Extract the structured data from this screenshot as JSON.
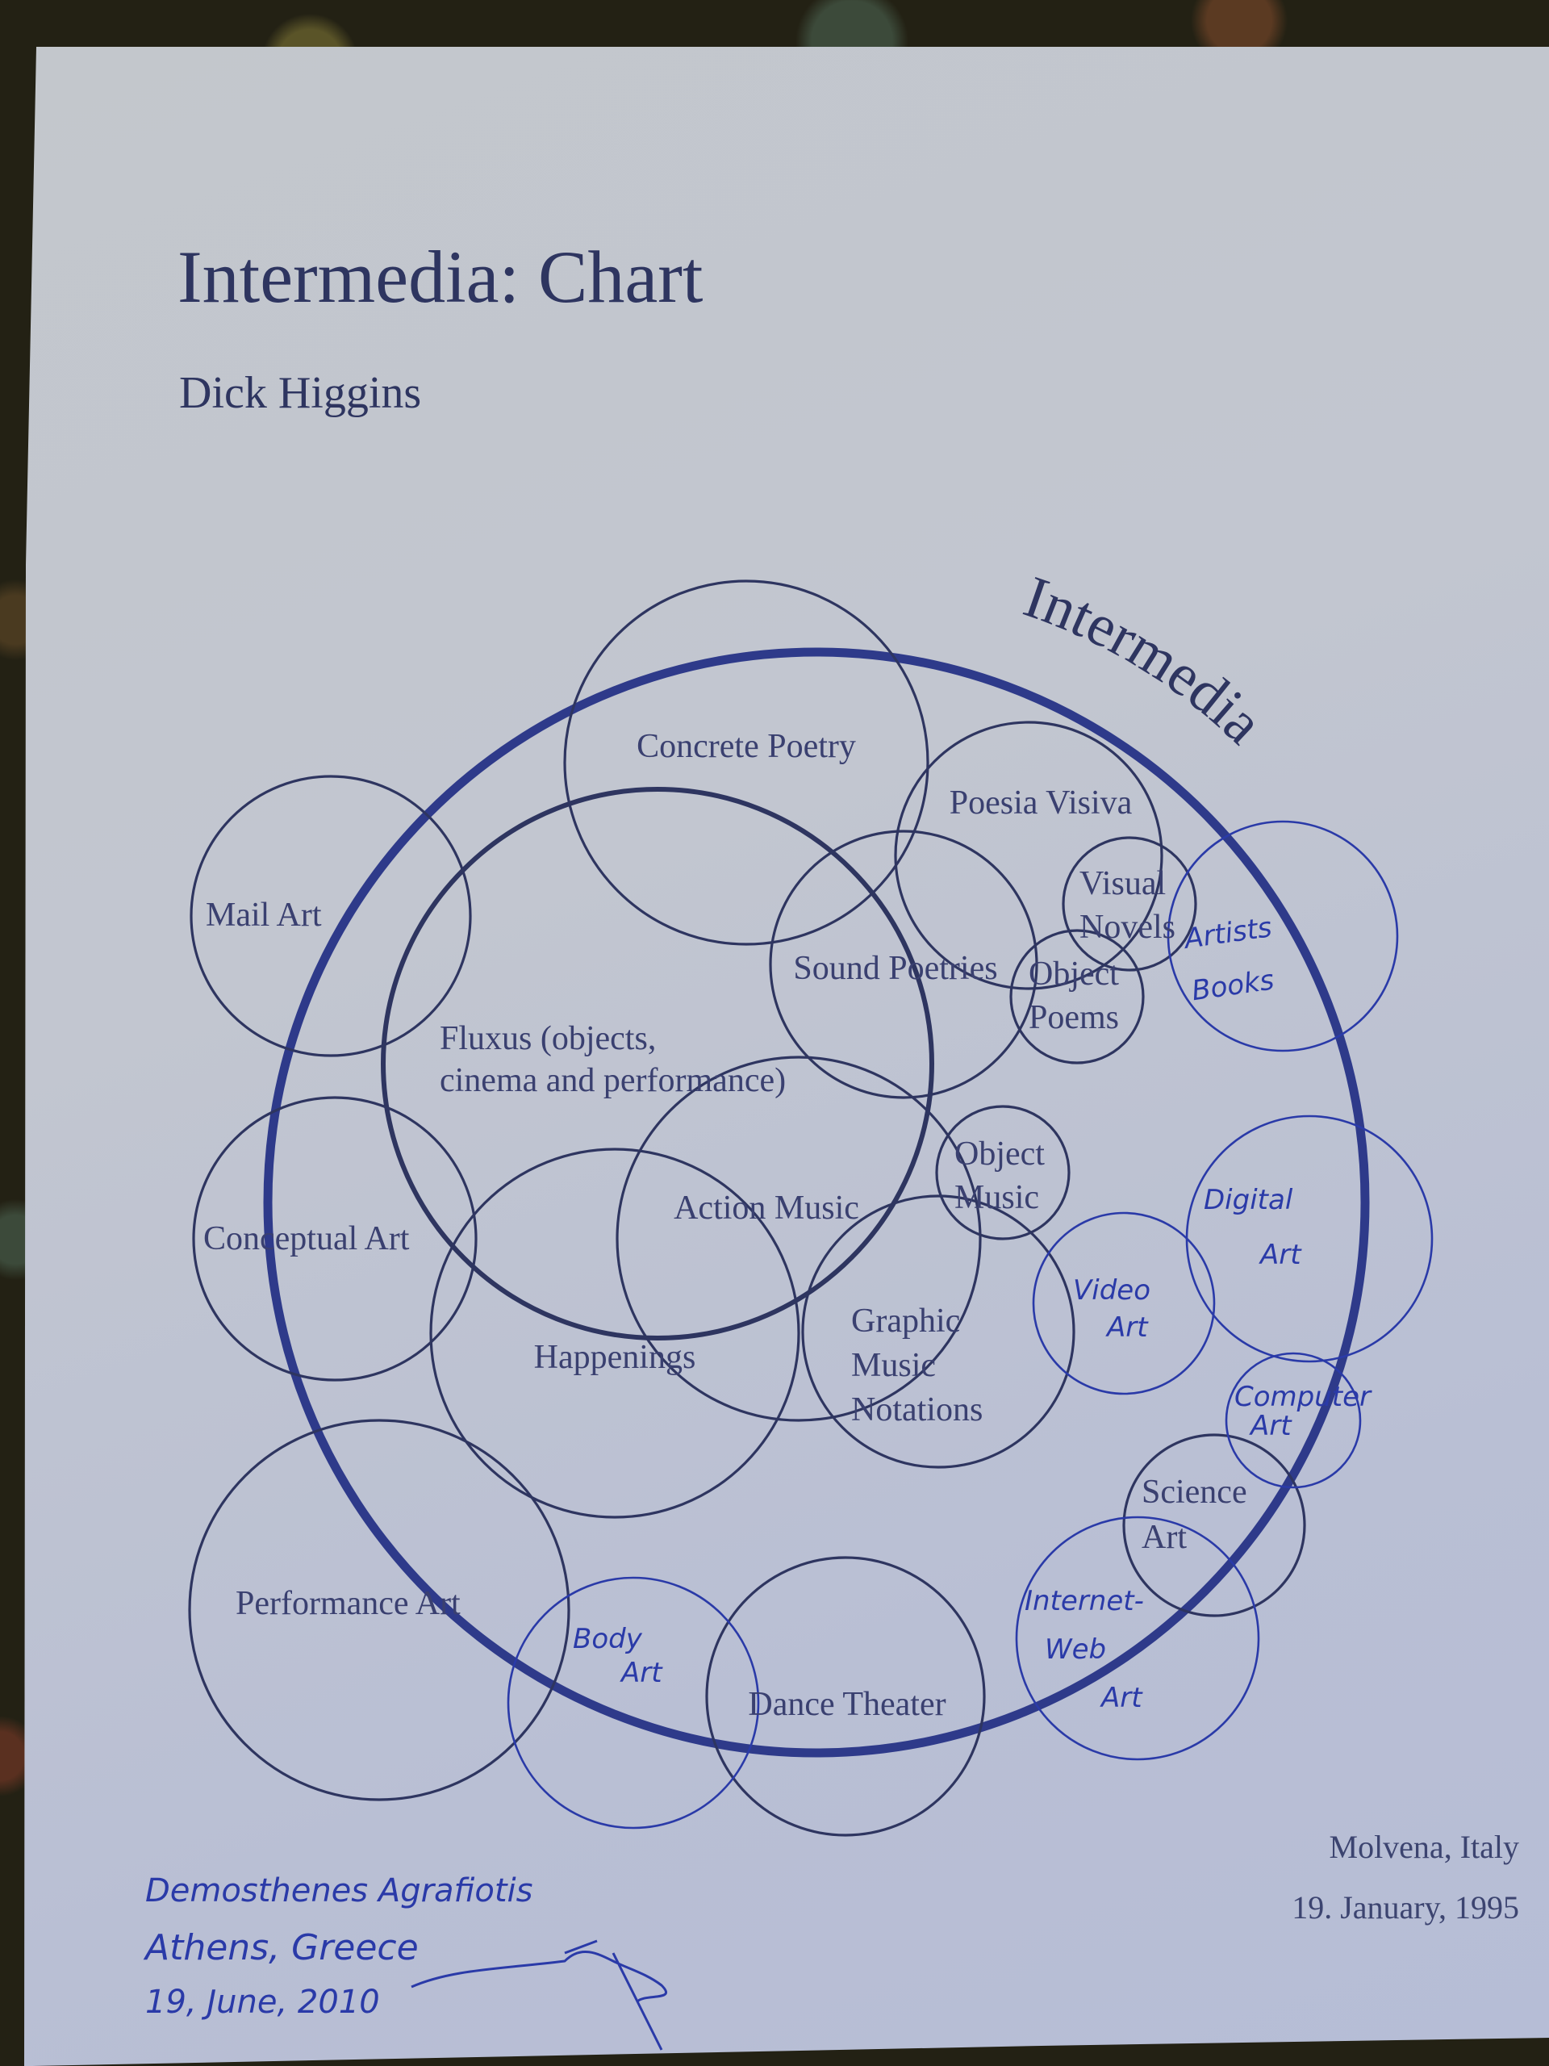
{
  "document": {
    "title": "Intermedia: Chart",
    "author": "Dick Higgins",
    "printed_place": "Molvena, Italy",
    "printed_date": "19. January, 1995",
    "big_circle_label": "Intermedia",
    "handwritten_signature": {
      "name": "Demosthenes Agrafiotis",
      "city": "Athens, Greece",
      "date": "19, June, 2010"
    }
  },
  "colors": {
    "printed_ink": "#2e3560",
    "handwritten_ink": "#2a3aa8",
    "paper": "#c2c6d0"
  },
  "circles": [
    {
      "id": "concrete-poetry",
      "lines": [
        "Concrete Poetry"
      ],
      "style": "printed"
    },
    {
      "id": "mail-art",
      "lines": [
        "Mail Art"
      ],
      "style": "printed"
    },
    {
      "id": "fluxus",
      "lines": [
        "Fluxus (objects,",
        "cinema and performance)"
      ],
      "style": "printed-thick"
    },
    {
      "id": "poesia-visiva",
      "lines": [
        "Poesia Visiva"
      ],
      "style": "printed"
    },
    {
      "id": "sound-poetries",
      "lines": [
        "Sound Poetries"
      ],
      "style": "printed"
    },
    {
      "id": "visual-novels",
      "lines": [
        "Visual",
        "Novels"
      ],
      "style": "printed"
    },
    {
      "id": "object-poems",
      "lines": [
        "Object",
        "Poems"
      ],
      "style": "printed"
    },
    {
      "id": "action-music",
      "lines": [
        "Action Music"
      ],
      "style": "printed"
    },
    {
      "id": "object-music",
      "lines": [
        "Object",
        "Music"
      ],
      "style": "printed"
    },
    {
      "id": "conceptual-art",
      "lines": [
        "Conceptual Art"
      ],
      "style": "printed"
    },
    {
      "id": "happenings",
      "lines": [
        "Happenings"
      ],
      "style": "printed"
    },
    {
      "id": "graphic-music-notations",
      "lines": [
        "Graphic",
        "Music",
        "Notations"
      ],
      "style": "printed"
    },
    {
      "id": "performance-art",
      "lines": [
        "Performance Art"
      ],
      "style": "printed"
    },
    {
      "id": "dance-theater",
      "lines": [
        "Dance Theater"
      ],
      "style": "printed"
    },
    {
      "id": "science-art",
      "lines": [
        "Science",
        "Art"
      ],
      "style": "printed"
    },
    {
      "id": "artists-books",
      "lines": [
        "Artists",
        "Books"
      ],
      "style": "handwritten"
    },
    {
      "id": "digital-art",
      "lines": [
        "Digital",
        "Art"
      ],
      "style": "handwritten"
    },
    {
      "id": "video-art",
      "lines": [
        "Video",
        "Art"
      ],
      "style": "handwritten"
    },
    {
      "id": "computer-art",
      "lines": [
        "Computer",
        "Art"
      ],
      "style": "handwritten"
    },
    {
      "id": "internet-web-art",
      "lines": [
        "Internet-",
        "Web",
        "Art"
      ],
      "style": "handwritten"
    },
    {
      "id": "body-art",
      "lines": [
        "Body",
        "Art"
      ],
      "style": "handwritten"
    }
  ]
}
